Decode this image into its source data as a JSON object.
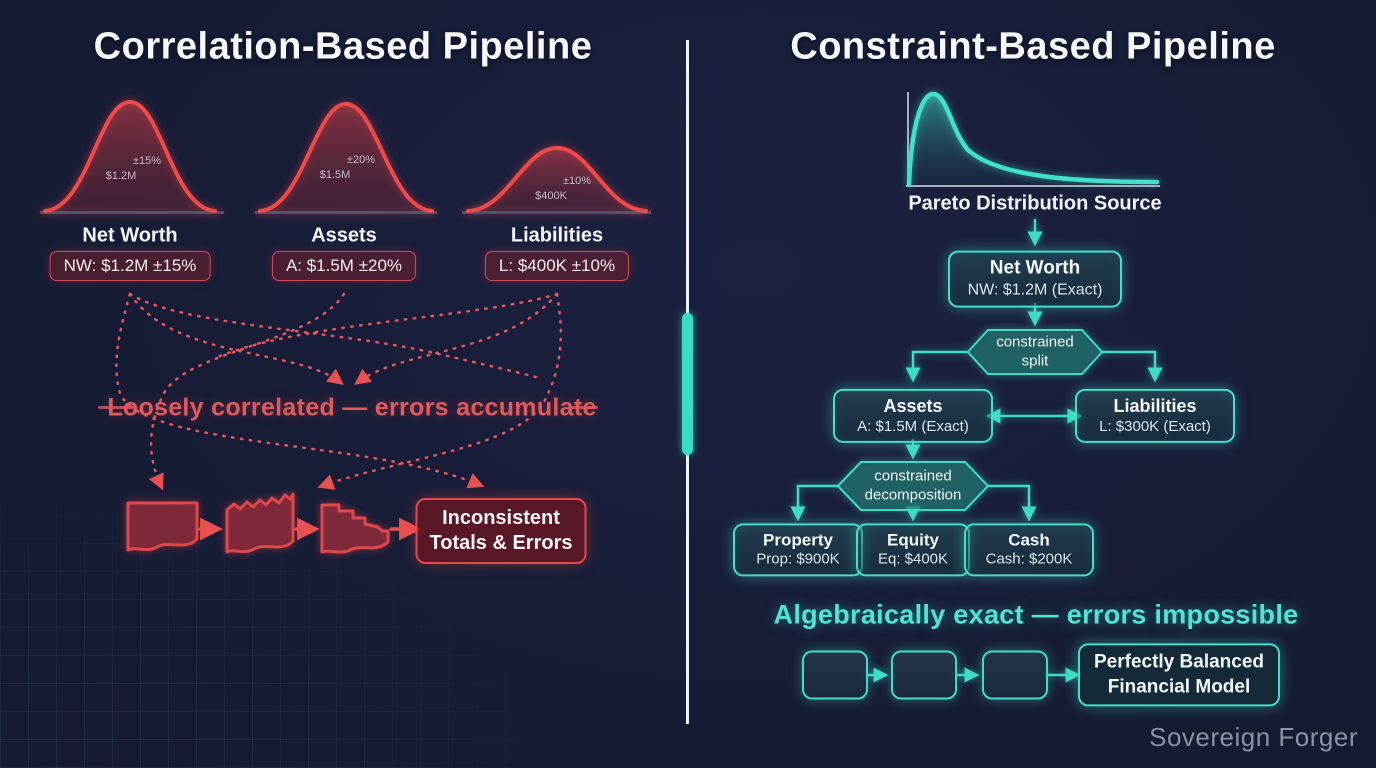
{
  "colors": {
    "background": "#171c36",
    "red_accent": "#e94b4d",
    "teal_accent": "#3ddcc6",
    "text_white": "#f2f4f8",
    "watermark_gray": "#8b90a2"
  },
  "left": {
    "title": "Correlation-Based Pipeline",
    "distributions": [
      {
        "name": "Net Worth",
        "spread": "±15%",
        "amount": "$1.2M",
        "box_value": "NW: $1.2M ±15%"
      },
      {
        "name": "Assets",
        "spread": "±20%",
        "amount": "$1.5M",
        "box_value": "A: $1.5M ±20%"
      },
      {
        "name": "Liabilities",
        "spread": "±10%",
        "amount": "$400K",
        "box_value": "L: $400K ±10%"
      }
    ],
    "warning": "Loosely correlated — errors accumulate",
    "result": {
      "line1": "Inconsistent",
      "line2": "Totals & Errors"
    }
  },
  "right": {
    "title": "Constraint-Based Pipeline",
    "source_label": "Pareto Distribution Source",
    "nodes": {
      "net_worth": {
        "title": "Net Worth",
        "value": "NW: $1.2M (Exact)"
      },
      "assets": {
        "title": "Assets",
        "value": "A: $1.5M (Exact)"
      },
      "liabilities": {
        "title": "Liabilities",
        "value": "L: $300K (Exact)"
      },
      "property": {
        "title": "Property",
        "value": "Prop: $900K"
      },
      "equity": {
        "title": "Equity",
        "value": "Eq: $400K"
      },
      "cash": {
        "title": "Cash",
        "value": "Cash: $200K"
      }
    },
    "split": {
      "line1": "constrained",
      "line2": "split"
    },
    "decomposition": {
      "line1": "constrained",
      "line2": "decomposition"
    },
    "headline": "Algebraically exact — errors impossible",
    "result": {
      "line1": "Perfectly Balanced",
      "line2": "Financial Model"
    }
  },
  "watermark": "Sovereign Forger"
}
